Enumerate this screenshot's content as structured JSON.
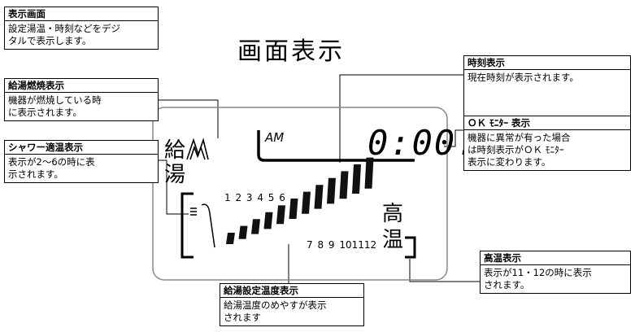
{
  "page_title": "画面表示",
  "callouts": {
    "display_screen": {
      "title": "表示画面",
      "lines": [
        "設定湯温・時刻などをデジ",
        "タルで表示します。"
      ]
    },
    "combustion": {
      "title": "給湯燃焼表示",
      "lines": [
        "機器が燃焼している時",
        "に表示されます。"
      ]
    },
    "shower": {
      "title": "シャワー適温表示",
      "lines": [
        "表示が2～6の時に表",
        "示されます。"
      ]
    },
    "clock": {
      "title": "時刻表示",
      "lines": [
        "現在時刻が表示されます。"
      ]
    },
    "ok_monitor": {
      "title": "ＯＫ ﾓﾆﾀｰ 表示",
      "lines": [
        "機器に異常が有った場合",
        "は時刻表示がＯＫ ﾓﾆﾀｰ",
        "表示に変わります。"
      ]
    },
    "high_temp": {
      "title": "高温表示",
      "lines": [
        "表示が11・12の時に表示",
        "されます。"
      ]
    },
    "temp_setting": {
      "title": "給湯設定温度表示",
      "lines": [
        "給湯温度のめやすが表示",
        "されます"
      ]
    }
  },
  "lcd": {
    "kyu": "給",
    "yu": "湯",
    "am": "AM",
    "time": "0:00.",
    "scale_low": "1 2 3 4 5 6",
    "scale_high": "7 8 9 101112",
    "high_temp_1": "高",
    "high_temp_2": "温",
    "bar_levels": [
      1,
      2,
      3,
      4,
      5,
      6,
      7,
      8,
      9,
      10,
      11,
      12
    ]
  }
}
